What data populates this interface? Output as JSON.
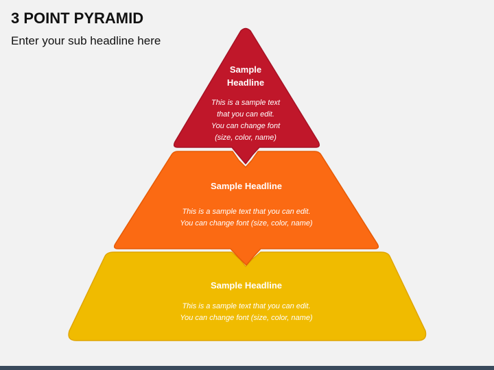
{
  "header": {
    "title": "3 POINT PYRAMID",
    "subtitle": "Enter your sub headline here"
  },
  "pyramid": {
    "levels": [
      {
        "headline_line1": "Sample",
        "headline_line2": "Headline",
        "text_lines": [
          "This is a sample text",
          "that you can edit.",
          "You can change font",
          "(size, color, name)"
        ],
        "color": "#c0172a"
      },
      {
        "headline": "Sample Headline",
        "text_lines": [
          "This is a sample text that you can edit.",
          "You can change font (size, color, name)"
        ],
        "color": "#fb6a13"
      },
      {
        "headline": "Sample Headline",
        "text_lines": [
          "This is a sample text that you can edit.",
          "You can change font (size, color, name)"
        ],
        "color": "#f0bb00"
      }
    ]
  }
}
